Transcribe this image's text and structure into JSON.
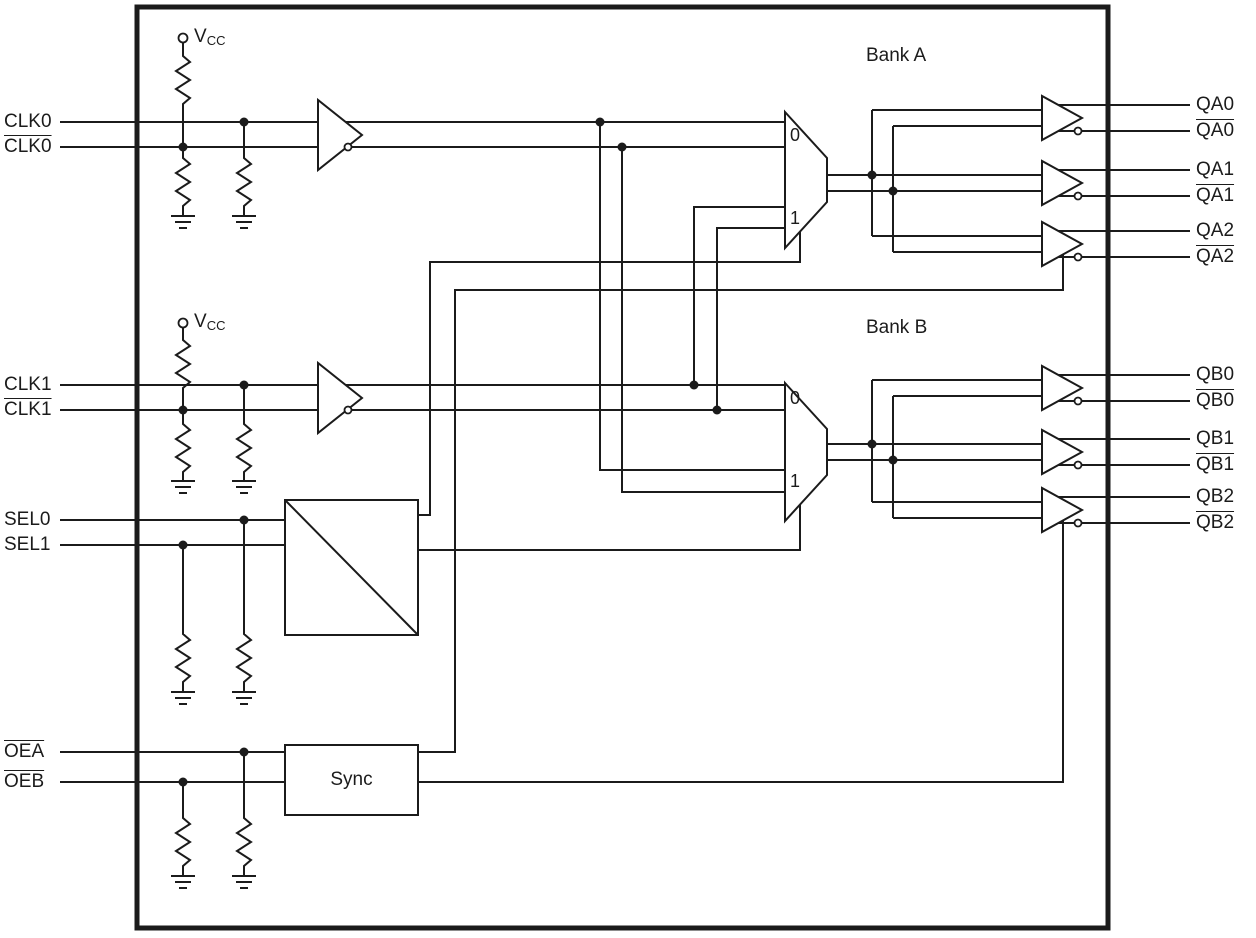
{
  "diagram": {
    "type": "ic-functional-block-diagram"
  },
  "pins": {
    "left": {
      "clk0": "CLK0",
      "clk0_n": "CLK0",
      "clk1": "CLK1",
      "clk1_n": "CLK1",
      "sel0": "SEL0",
      "sel1": "SEL1",
      "oea_n": "OEA",
      "oeb_n": "OEB"
    },
    "right": {
      "qa0": "QA0",
      "qa0_n": "QA0",
      "qa1": "QA1",
      "qa1_n": "QA1",
      "qa2": "QA2",
      "qa2_n": "QA2",
      "qb0": "QB0",
      "qb0_n": "QB0",
      "qb1": "QB1",
      "qb1_n": "QB1",
      "qb2": "QB2",
      "qb2_n": "QB2"
    },
    "overlined": [
      "clk0_n",
      "clk1_n",
      "oea_n",
      "oeb_n",
      "qa0_n",
      "qa1_n",
      "qa2_n",
      "qb0_n",
      "qb1_n",
      "qb2_n"
    ]
  },
  "blocks": {
    "bank_a_label": "Bank A",
    "bank_b_label": "Bank B",
    "sync_label": "Sync",
    "vcc_label": {
      "main": "V",
      "sub": "CC"
    },
    "mux_port_labels": {
      "input0": "0",
      "input1": "1"
    }
  },
  "colors": {
    "line": "#1b1b1b",
    "bg": "#ffffff"
  }
}
